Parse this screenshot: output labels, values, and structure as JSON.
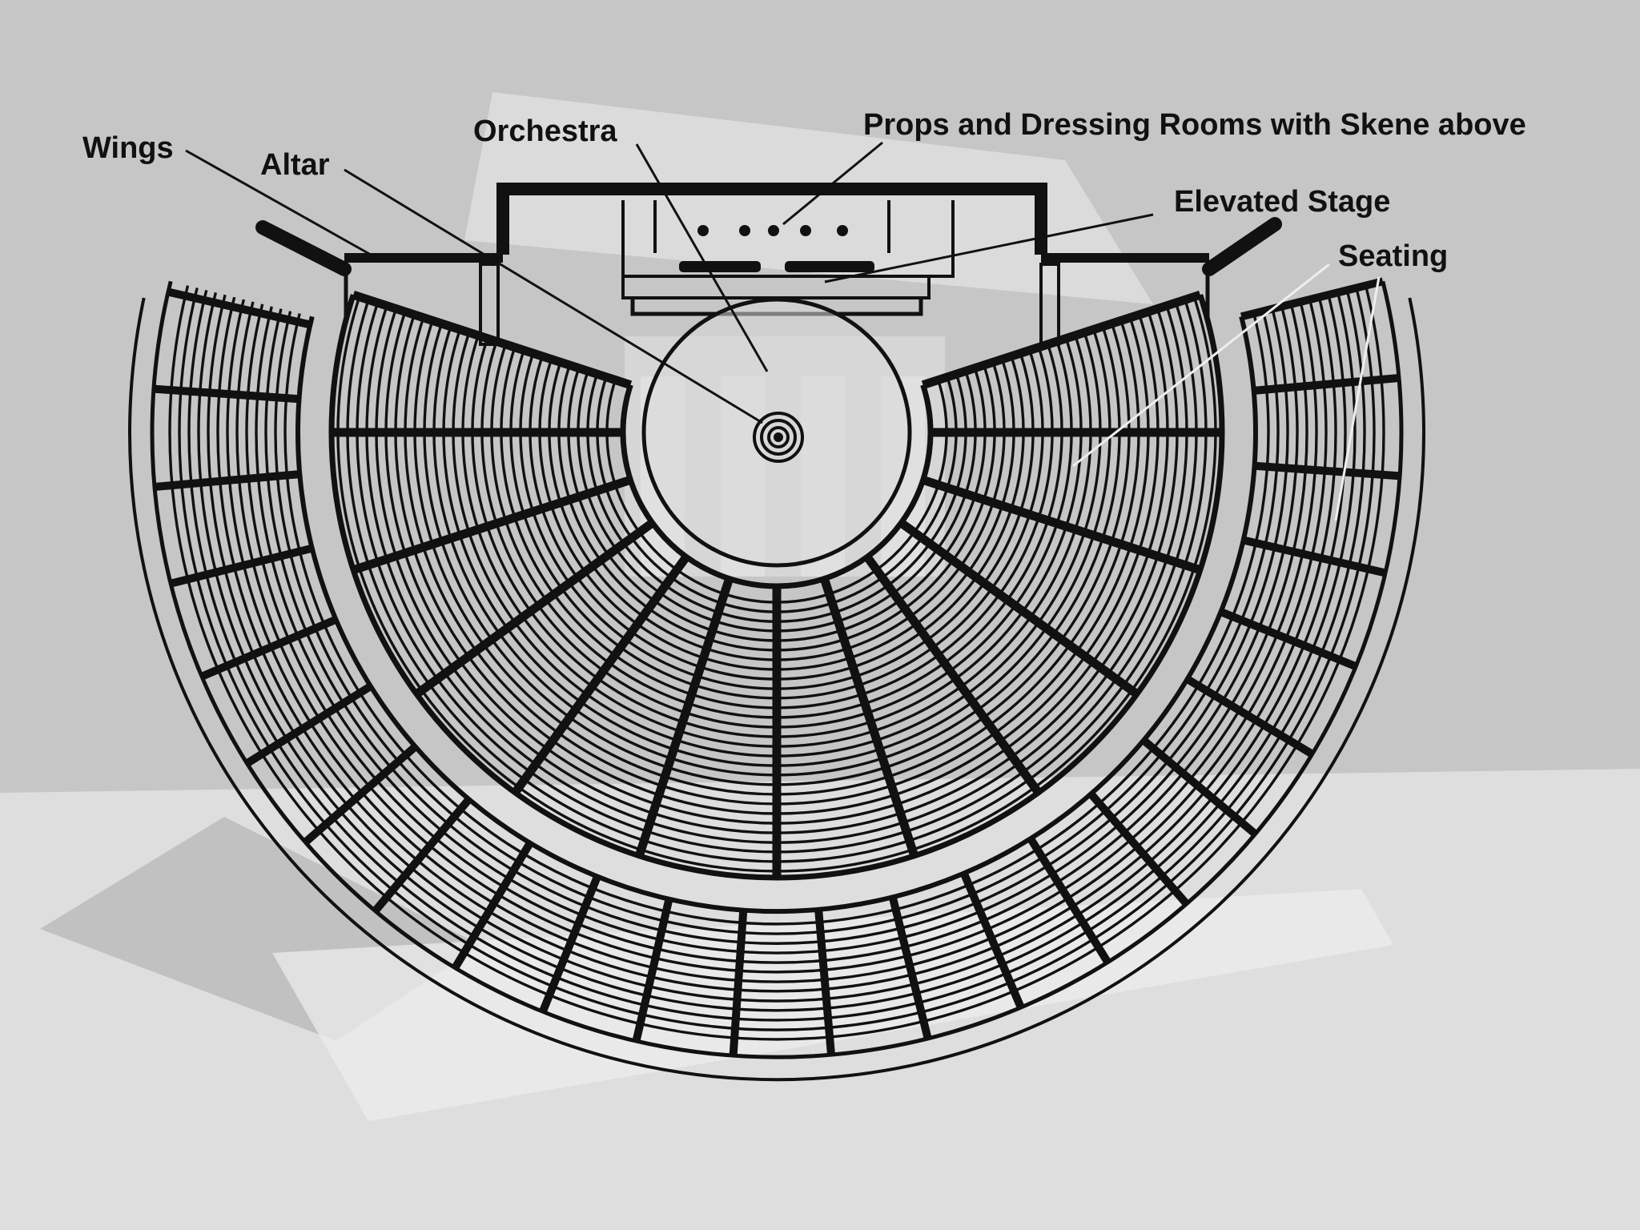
{
  "labels": {
    "wings": "Wings",
    "altar": "Altar",
    "orchestra": "Orchestra",
    "props": "Props and Dressing Rooms with Skene above",
    "stage": "Elevated Stage",
    "seating": "Seating"
  },
  "colors": {
    "background_wall": "#c6c6c6",
    "background_floor": "#dedede",
    "ink": "#111111",
    "ghost_temple": "#e9e9e9"
  }
}
